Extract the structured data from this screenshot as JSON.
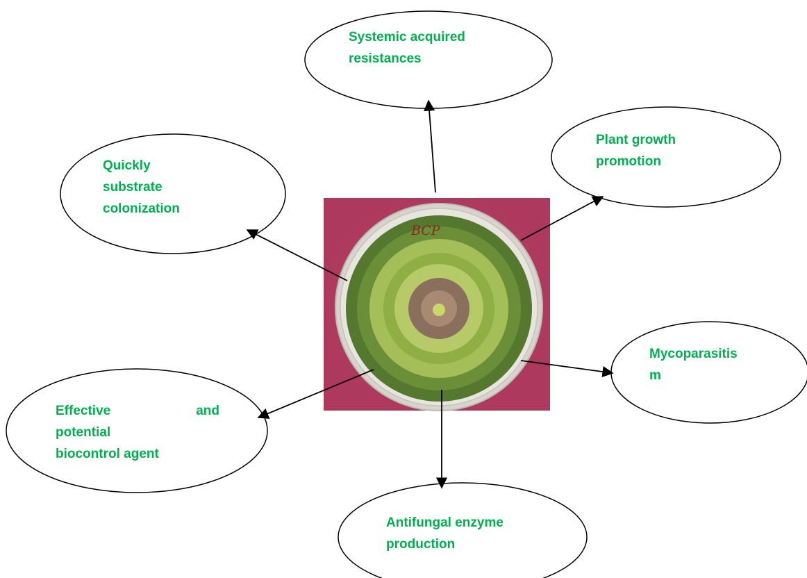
{
  "diagram": {
    "stamp_text": "BCP",
    "colors": {
      "label_text": "#00b050",
      "outline": "#000000",
      "background_square": "#b83f64",
      "colony_outer": "#55782f",
      "colony_light_ring": "#a4bf58",
      "colony_center": "#8a6f5c",
      "colony_core": "#c8d96a"
    },
    "nodes": {
      "systemic": {
        "line1": "Systemic acquired",
        "line2": "resistances"
      },
      "plant_growth": {
        "line1": "Plant growth",
        "line2": "promotion"
      },
      "quickly": {
        "line1": "Quickly",
        "line2": "substrate",
        "line3": "colonization"
      },
      "mycoparasitism": {
        "line1": "Mycoparasitis",
        "line2": "m"
      },
      "effective": {
        "line1_left": "Effective",
        "line1_right": "and",
        "line2": "potential",
        "line3": "biocontrol agent"
      },
      "antifungal": {
        "line1": "Antifungal enzyme",
        "line2": "production"
      }
    }
  }
}
